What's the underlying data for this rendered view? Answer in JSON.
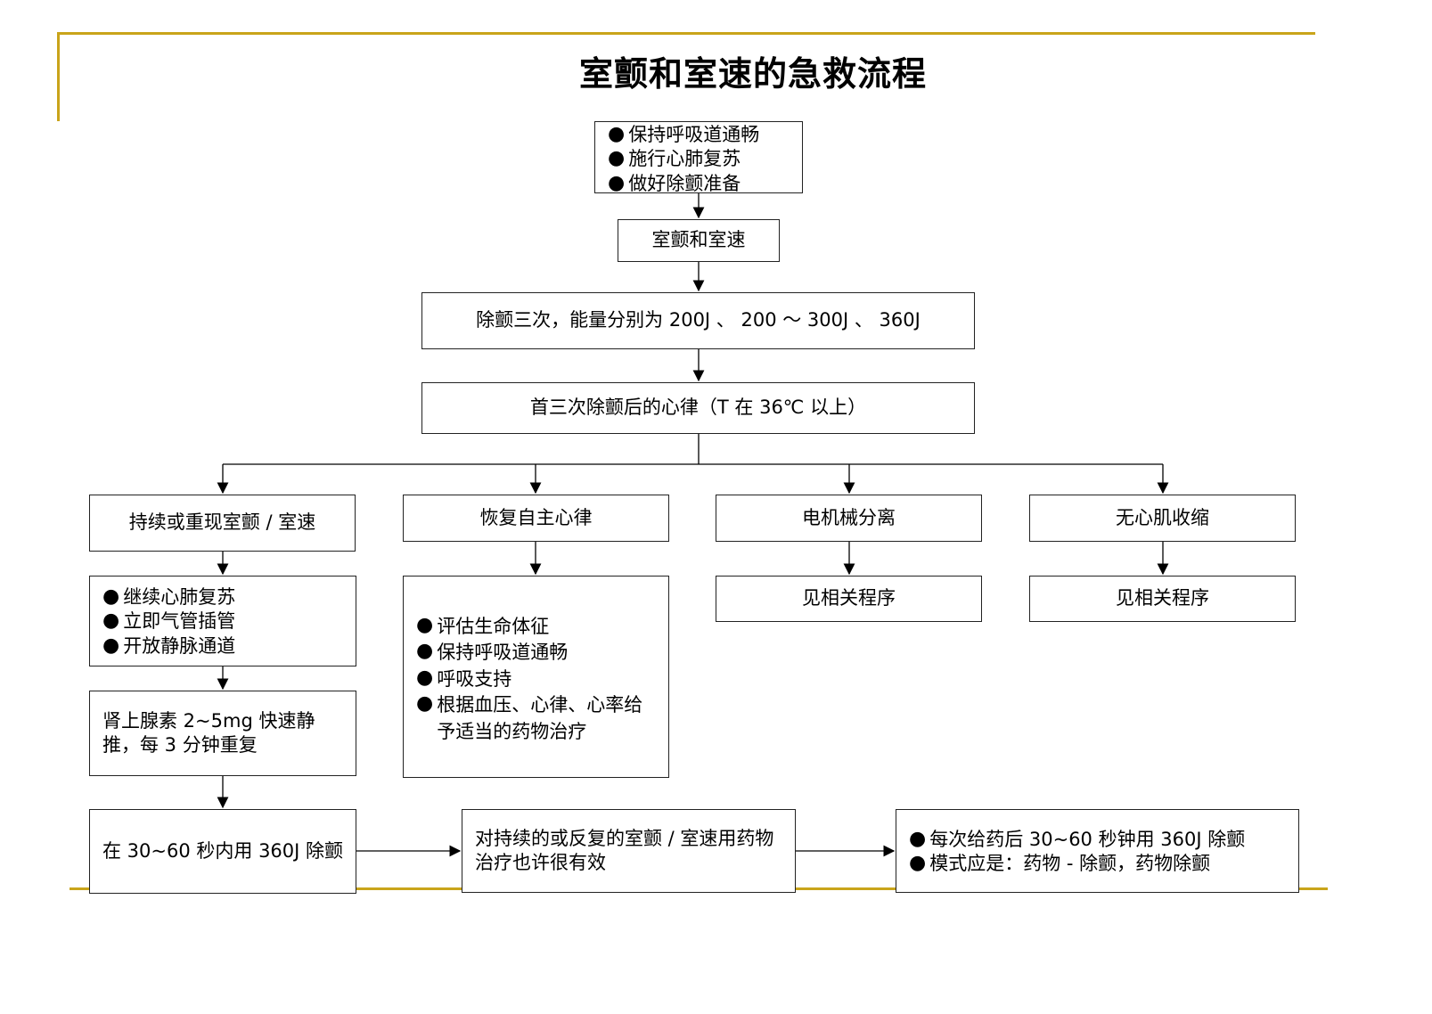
{
  "title": "室颤和室速的急救流程",
  "colors": {
    "accent_rule": "#c9a41a",
    "box_border": "#222222",
    "arrow": "#000000"
  },
  "nodes": {
    "initial_actions": [
      "保持呼吸道通畅",
      "施行心肺复苏",
      "做好除颤准备"
    ],
    "vf_vt": "室颤和室速",
    "defib_three": "除颤三次，能量分别为 200J 、 200 ～ 300J 、 360J",
    "rhythm_after": "首三次除颤后的心律（T 在 36℃ 以上）",
    "branch_persistent": "持续或重现室颤 / 室速",
    "branch_recovery": "恢复自主心律",
    "branch_pea": "电机械分离",
    "branch_asystole": "无心肌收缩",
    "persistent_actions": [
      "继续心肺复苏",
      "立即气管插管",
      "开放静脉通道"
    ],
    "epinephrine": "肾上腺素 2~5mg 快速静推，每 3 分钟重复",
    "defib_360": "在 30~60 秒内用 360J 除颤",
    "drug_therapy": "对持续的或反复的室颤 / 室速用药物治疗也许很有效",
    "drug_defib_mode": [
      "每次给药后 30~60 秒钟用 360J 除颤",
      "模式应是：药物 - 除颤，药物除颤"
    ],
    "recovery_actions": [
      "评估生命体征",
      "保持呼吸道通畅",
      "呼吸支持",
      "根据血压、心律、心率给予适当的药物治疗"
    ],
    "pea_next": "见相关程序",
    "asystole_next": "见相关程序"
  },
  "bullet_glyph": "●"
}
